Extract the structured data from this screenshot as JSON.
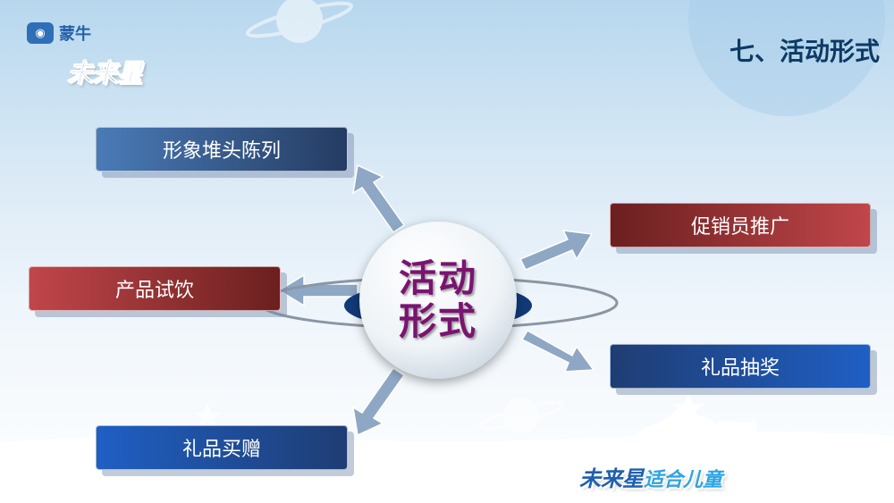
{
  "brand": {
    "company_name": "蒙牛",
    "product_logo_text": "未来星"
  },
  "title": "七、活动形式",
  "center": {
    "line1": "活动",
    "line2": "形式"
  },
  "activities": [
    {
      "label": "形象堆头陈列"
    },
    {
      "label": "产品试饮"
    },
    {
      "label": "礼品买赠"
    },
    {
      "label": "促销员推广"
    },
    {
      "label": "礼品抽奖"
    }
  ],
  "bottom_slogan": {
    "brand": "未来星",
    "tagline": "适合儿童"
  },
  "colors": {
    "title": "#0c3a63",
    "center_text": "#7a1470",
    "red_box": "#9a2e31",
    "blue_box": "#1f4fa0"
  }
}
